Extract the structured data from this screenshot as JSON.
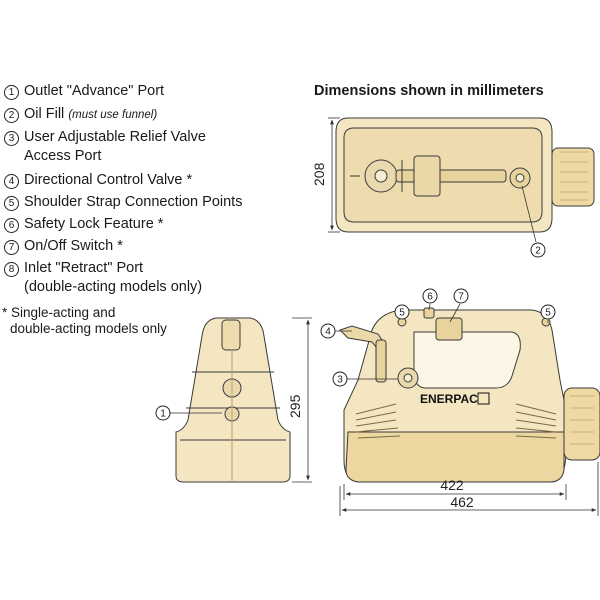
{
  "legend": [
    {
      "num": "1",
      "text": "Outlet \"Advance\" Port"
    },
    {
      "num": "2",
      "text": "Oil Fill",
      "note": "(must use funnel)"
    },
    {
      "num": "3",
      "text": "User Adjustable Relief Valve",
      "sub": "Access Port"
    },
    {
      "num": "4",
      "text": "Directional Control Valve *"
    },
    {
      "num": "5",
      "text": "Shoulder Strap Connection Points"
    },
    {
      "num": "6",
      "text": "Safety Lock Feature *"
    },
    {
      "num": "7",
      "text": "On/Off Switch *"
    },
    {
      "num": "8",
      "text": "Inlet \"Retract\" Port",
      "sub": "(double-acting models only)"
    }
  ],
  "footnote": {
    "line1": "* Single-acting and",
    "line2": "double-acting models only"
  },
  "heading": "Dimensions shown in millimeters",
  "dimensions": {
    "top_depth": "208",
    "height": "295",
    "width_body": "422",
    "width_overall": "462"
  },
  "callouts": {
    "c1": "1",
    "c2": "2",
    "c3": "3",
    "c4": "4",
    "c5a": "5",
    "c5b": "5",
    "c6": "6",
    "c7": "7"
  },
  "brand": "ENERPAC",
  "colors": {
    "fill": "#f3e6c1",
    "stroke": "#3a3a3a",
    "accent": "#e9d6a3"
  }
}
